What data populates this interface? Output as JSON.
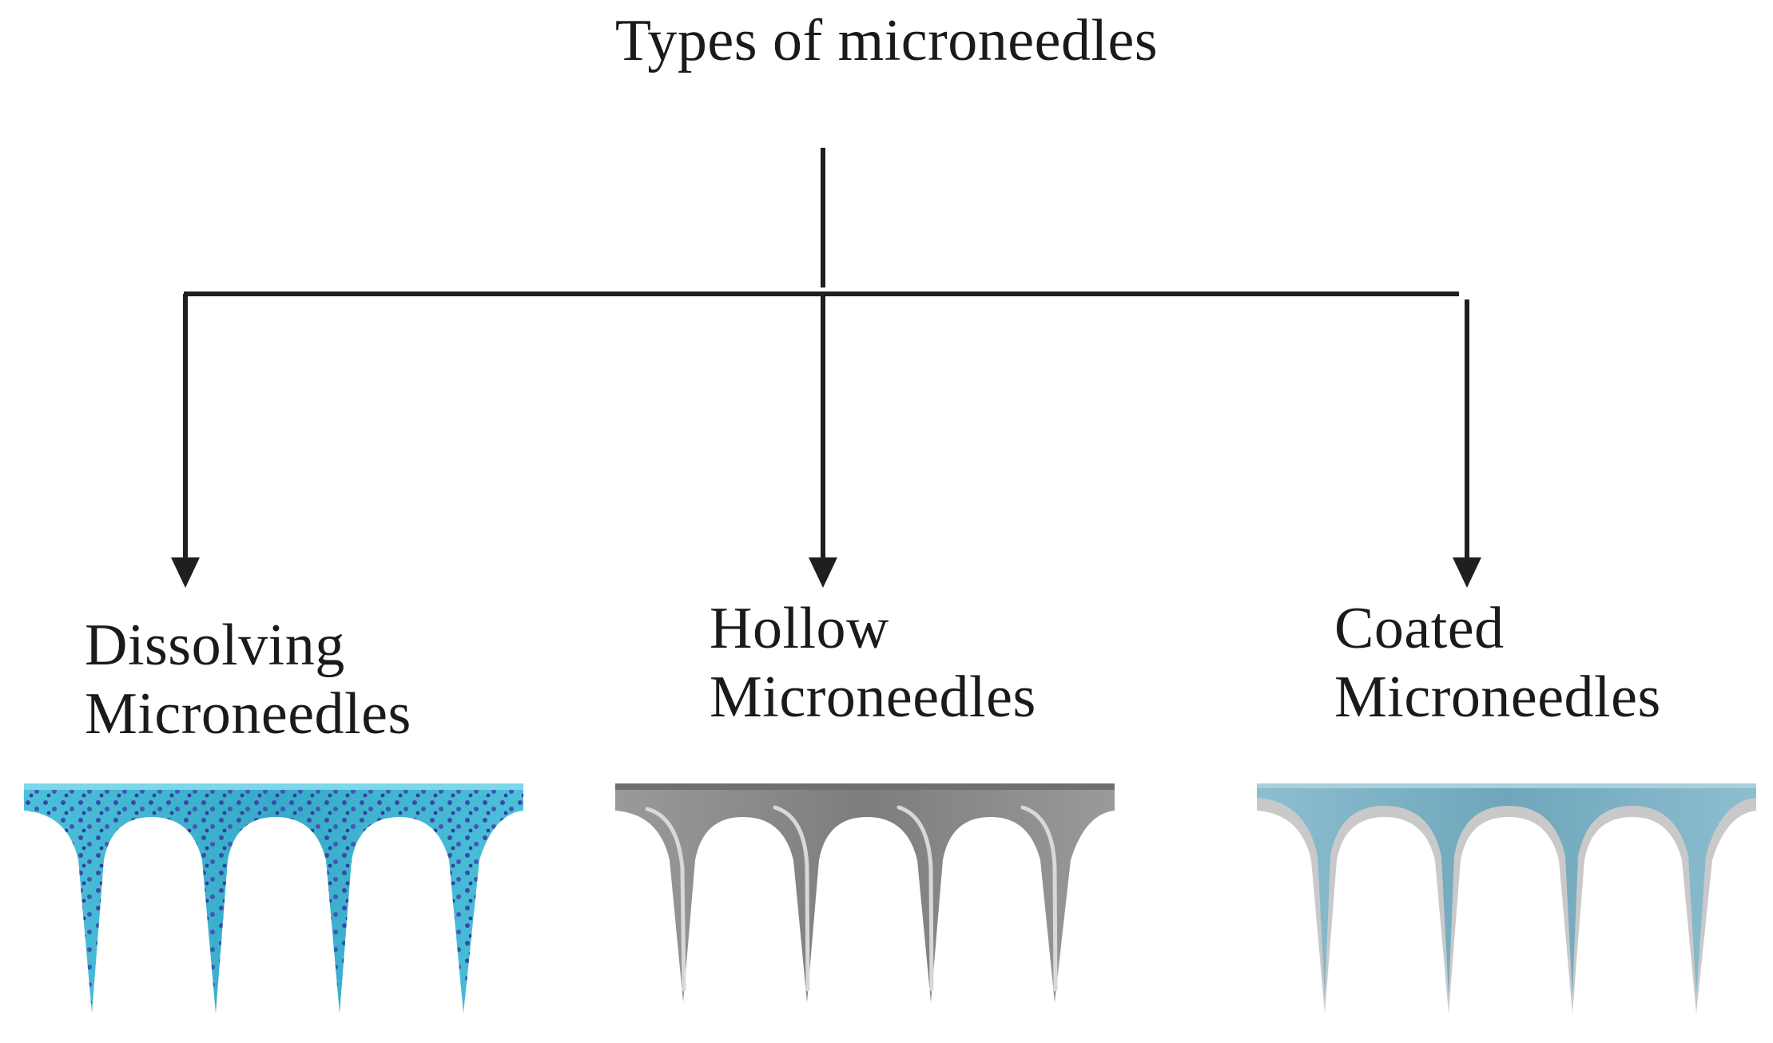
{
  "title": "Types of microneedles",
  "types": [
    {
      "line1": "Dissolving",
      "line2": "Microneedles",
      "style": "dissolving"
    },
    {
      "line1": "Hollow",
      "line2": "Microneedles",
      "style": "hollow"
    },
    {
      "line1": "Coated",
      "line2": "Microneedles",
      "style": "coated"
    }
  ],
  "colors": {
    "line": "#1f1f1f",
    "dissolving_fill": "#3db3cf",
    "dissolving_dots": "#3b4aa8",
    "hollow_fill": "#8c8c8c",
    "hollow_highlight": "#d6d6d6",
    "coated_fill": "#7fb2c6",
    "coated_layer": "#c9c9c9"
  }
}
